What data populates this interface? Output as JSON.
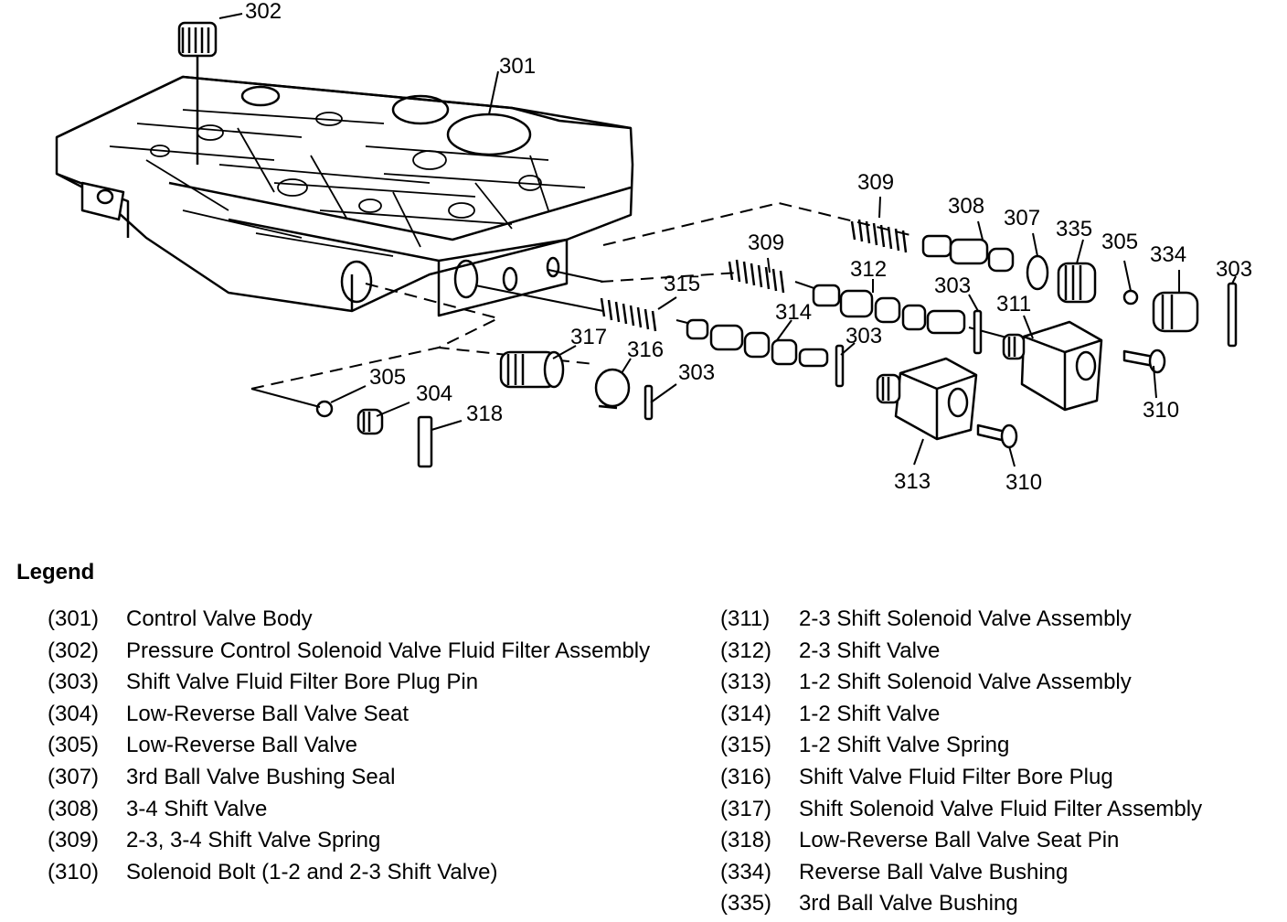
{
  "diagram": {
    "callouts": [
      {
        "id": "c302",
        "text": "302"
      },
      {
        "id": "c301",
        "text": "301"
      },
      {
        "id": "c309a",
        "text": "309"
      },
      {
        "id": "c308",
        "text": "308"
      },
      {
        "id": "c307",
        "text": "307"
      },
      {
        "id": "c335",
        "text": "335"
      },
      {
        "id": "c305a",
        "text": "305"
      },
      {
        "id": "c334",
        "text": "334"
      },
      {
        "id": "c303a",
        "text": "303"
      },
      {
        "id": "c309b",
        "text": "309"
      },
      {
        "id": "c312",
        "text": "312"
      },
      {
        "id": "c303b",
        "text": "303"
      },
      {
        "id": "c315",
        "text": "315"
      },
      {
        "id": "c311",
        "text": "311"
      },
      {
        "id": "c314",
        "text": "314"
      },
      {
        "id": "c317",
        "text": "317"
      },
      {
        "id": "c303c",
        "text": "303"
      },
      {
        "id": "c316",
        "text": "316"
      },
      {
        "id": "c303d",
        "text": "303"
      },
      {
        "id": "c310a",
        "text": "310"
      },
      {
        "id": "c305b",
        "text": "305"
      },
      {
        "id": "c304",
        "text": "304"
      },
      {
        "id": "c318",
        "text": "318"
      },
      {
        "id": "c313",
        "text": "313"
      },
      {
        "id": "c310b",
        "text": "310"
      }
    ]
  },
  "legend": {
    "title": "Legend",
    "left": [
      {
        "num": "(301)",
        "desc": "Control Valve Body"
      },
      {
        "num": "(302)",
        "desc": "Pressure Control Solenoid Valve Fluid Filter Assembly"
      },
      {
        "num": "(303)",
        "desc": "Shift Valve Fluid Filter Bore Plug Pin"
      },
      {
        "num": "(304)",
        "desc": "Low-Reverse Ball Valve Seat"
      },
      {
        "num": "(305)",
        "desc": "Low-Reverse Ball Valve"
      },
      {
        "num": "(307)",
        "desc": "3rd Ball Valve Bushing Seal"
      },
      {
        "num": "(308)",
        "desc": "3-4 Shift Valve"
      },
      {
        "num": "(309)",
        "desc": "2-3, 3-4 Shift Valve Spring"
      },
      {
        "num": "(310)",
        "desc": "Solenoid Bolt (1-2 and 2-3 Shift Valve)"
      }
    ],
    "right": [
      {
        "num": "(311)",
        "desc": "2-3 Shift Solenoid Valve Assembly"
      },
      {
        "num": "(312)",
        "desc": "2-3 Shift Valve"
      },
      {
        "num": "(313)",
        "desc": "1-2 Shift Solenoid Valve Assembly"
      },
      {
        "num": "(314)",
        "desc": "1-2 Shift Valve"
      },
      {
        "num": "(315)",
        "desc": "1-2 Shift Valve Spring"
      },
      {
        "num": "(316)",
        "desc": "Shift Valve Fluid Filter Bore Plug"
      },
      {
        "num": "(317)",
        "desc": "Shift Solenoid Valve Fluid Filter Assembly"
      },
      {
        "num": "(318)",
        "desc": "Low-Reverse Ball Valve Seat Pin"
      },
      {
        "num": "(334)",
        "desc": "Reverse Ball Valve Bushing"
      },
      {
        "num": "(335)",
        "desc": "3rd Ball Valve Bushing"
      }
    ]
  }
}
